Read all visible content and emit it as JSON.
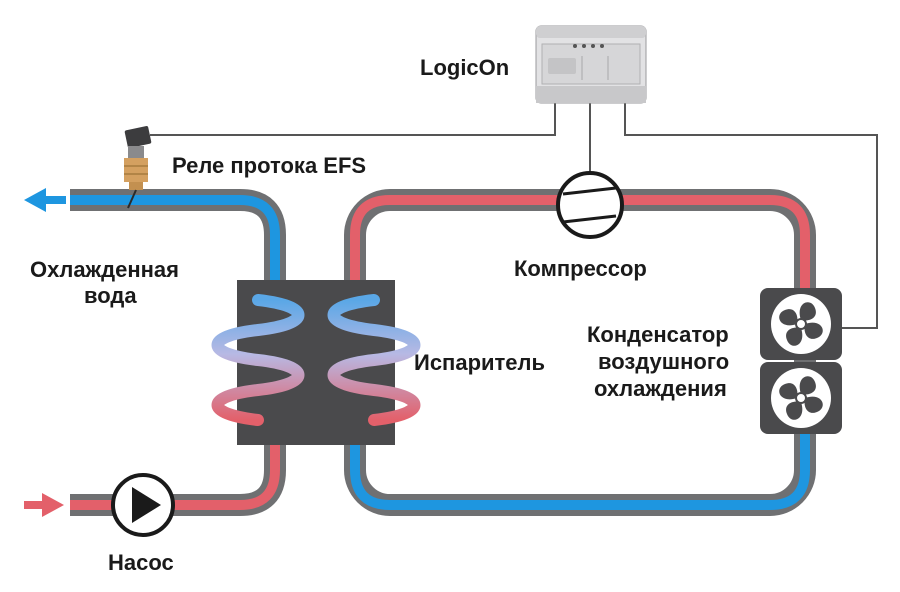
{
  "labels": {
    "controller": "LogicOn",
    "flow_relay": "Реле протока EFS",
    "chilled_water_line1": "Охлажденная",
    "chilled_water_line2": "вода",
    "compressor": "Компрессор",
    "evaporator": "Испаритель",
    "condenser_line1": "Конденсатор",
    "condenser_line2": "воздушного",
    "condenser_line3": "охлаждения",
    "pump": "Насос"
  },
  "colors": {
    "hot": "#e3606a",
    "cold": "#1e96e0",
    "pipe_casing": "#6f7072",
    "wire": "#555555",
    "unit_body": "#4a4a4c",
    "controller_body": "#e2e2e4"
  },
  "icons": {
    "pump": "pump-triangle-icon",
    "compressor": "compressor-circle-icon",
    "fan": "fan-blade-icon",
    "flow_sensor": "flow-sensor-icon",
    "arrow_out": "arrow-left-icon",
    "arrow_in": "arrow-right-icon"
  }
}
